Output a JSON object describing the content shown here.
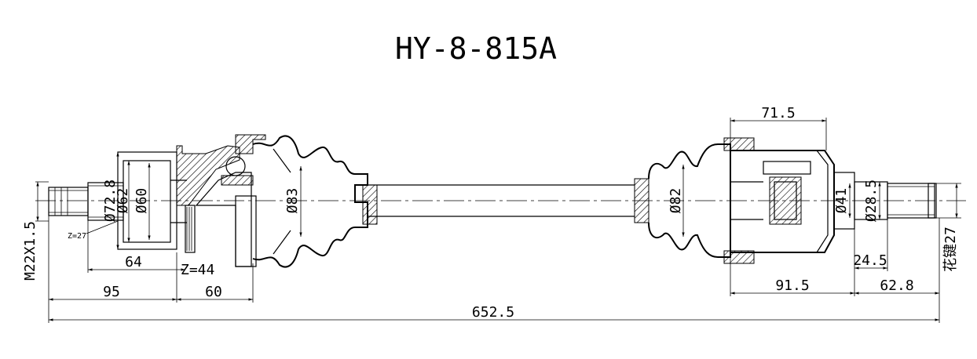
{
  "title": "HY-8-815A",
  "dimensions": {
    "overall_length": "652.5",
    "outer_left_length": "95",
    "outer_body_length": "60",
    "abs_position": "64",
    "abs_teeth": "Z=44",
    "thread": "M22X1.5",
    "outer_spline": "Z=27",
    "dia_72_8": "Ø72.8",
    "dia_62": "Ø62",
    "dia_60": "Ø60",
    "dia_83": "Ø83",
    "dia_82": "Ø82",
    "dia_41": "Ø41",
    "dia_28_5": "Ø28.5",
    "inner_housing_width": "71.5",
    "inner_length": "91.5",
    "inner_stub_length": "62.8",
    "inner_shoulder": "24.5",
    "inner_spline": "花键27"
  }
}
